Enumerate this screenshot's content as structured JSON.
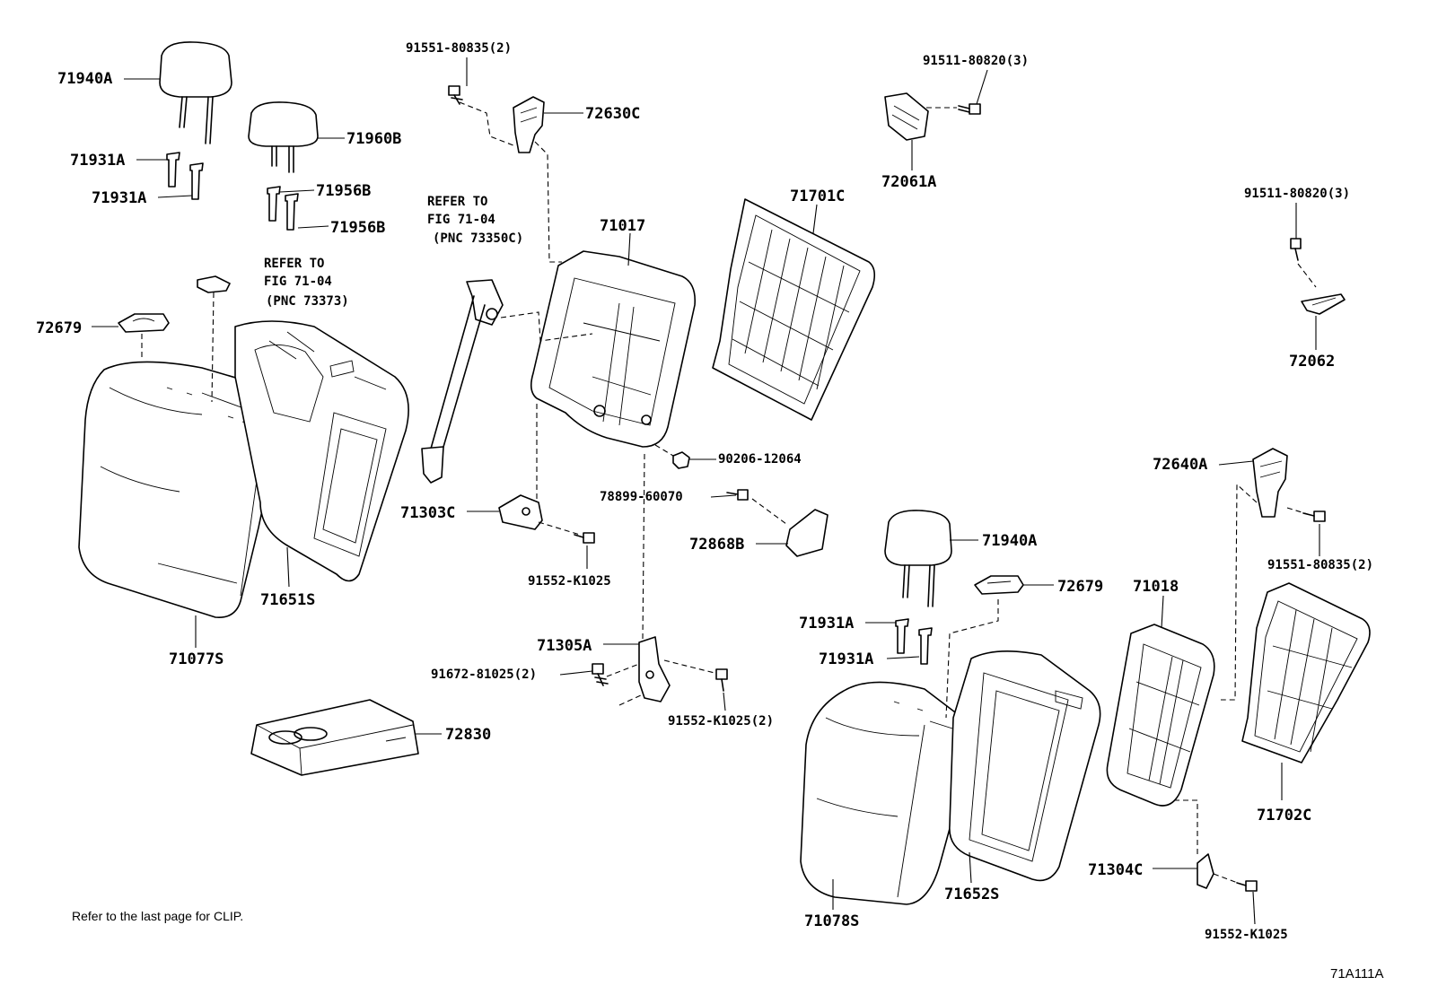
{
  "labels": {
    "p71940A_top": "71940A",
    "p71931A_1": "71931A",
    "p71931A_2": "71931A",
    "p71960B": "71960B",
    "p71956B_1": "71956B",
    "p71956B_2": "71956B",
    "p91551_80835_top": "91551-80835(2)",
    "p72630C": "72630C",
    "p91511_80820_top": "91511-80820(3)",
    "p72061A": "72061A",
    "p71701C": "71701C",
    "p71017": "71017",
    "p91511_80820_right": "91511-80820(3)",
    "p72062": "72062",
    "p72679_left": "72679",
    "p71651S": "71651S",
    "p71077S": "71077S",
    "p90206_12064": "90206-12064",
    "p78899_60070": "78899-60070",
    "p71303C": "71303C",
    "p72868B": "72868B",
    "p91552_K1025_mid": "91552-K1025",
    "p72640A": "72640A",
    "p91551_80835_right": "91551-80835(2)",
    "p71940A_right": "71940A",
    "p72679_right": "72679",
    "p71018": "71018",
    "p71931A_3": "71931A",
    "p71931A_4": "71931A",
    "p71305A": "71305A",
    "p91672_81025": "91672-81025(2)",
    "p91552_K1025_2": "91552-K1025(2)",
    "p72830": "72830",
    "p71702C": "71702C",
    "p71304C": "71304C",
    "p71652S": "71652S",
    "p71078S": "71078S",
    "p91552_K1025_bottom": "91552-K1025"
  },
  "refs": {
    "belt": [
      "REFER TO",
      "FIG 71-04",
      "(PNC 73350C)"
    ],
    "pad": [
      "REFER TO",
      "FIG 71-04",
      "(PNC 73373)"
    ]
  },
  "note": "Refer to the last page for CLIP.",
  "figure_code": "71A111A"
}
